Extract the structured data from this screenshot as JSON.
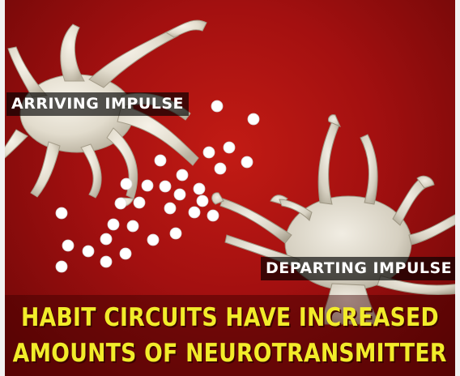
{
  "labels": {
    "arriving": "ARRIVING IMPULSE",
    "departing": "DEPARTING IMPULSE"
  },
  "caption": {
    "line1": "HABIT CIRCUITS HAVE INCREASED",
    "line2": "AMOUNTS OF NEUROTRANSMITTER"
  },
  "colors": {
    "background": "#a31010",
    "caption_text": "#f2ec2a",
    "neuron": "#e8e3d6",
    "vesicle": "#ffffff"
  },
  "elements": {
    "neurons": [
      "presynaptic-neuron",
      "postsynaptic-neuron"
    ],
    "vesicles": "neurotransmitter-molecules"
  }
}
